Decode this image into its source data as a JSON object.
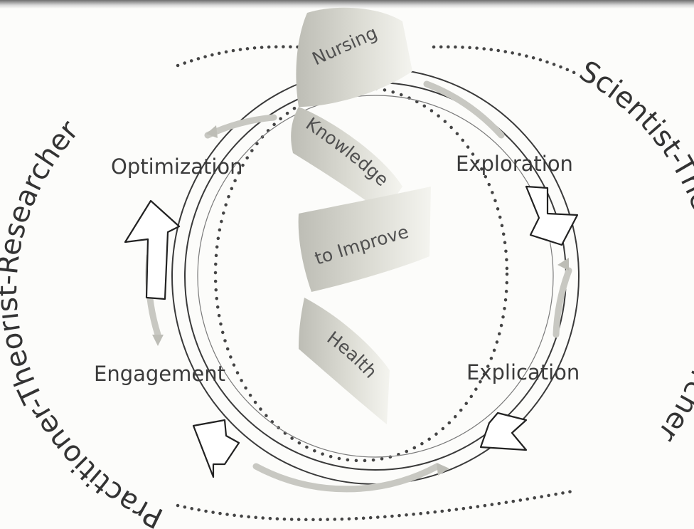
{
  "diagram": {
    "phases": {
      "optimization": "Optimization",
      "exploration": "Exploration",
      "engagement": "Engagement",
      "explication": "Explication"
    },
    "center": {
      "nursing": "Nursing",
      "knowledge": "Knowledge",
      "to_improve": "to Improve",
      "health": "Health"
    },
    "roles": {
      "left": "Practitioner-Theorist-Researcher",
      "right": "Scientist-Theorist-Researcher"
    }
  }
}
